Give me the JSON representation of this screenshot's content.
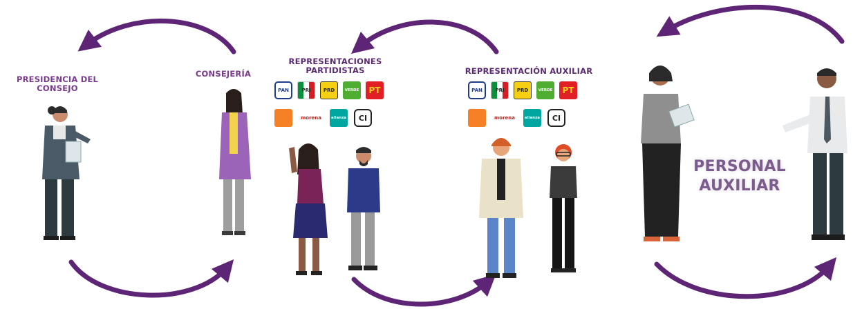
{
  "colors": {
    "arrow": "#5e2476",
    "label_primary": "#7b3a8f",
    "label_secondary": "#5b2a72",
    "personal_auxiliar": "#7b5c8c"
  },
  "labels": {
    "presidencia": [
      "PRESIDENCIA DEL",
      "CONSEJO"
    ],
    "consejeria": "CONSEJERÍA",
    "representaciones_partidistas": [
      "REPRESENTACIONES",
      "PARTIDISTAS"
    ],
    "representacion_auxiliar": "REPRESENTACIÓN AUXILIAR",
    "personal_auxiliar": [
      "PERSONAL",
      "AUXILIAR"
    ]
  },
  "party_logos": {
    "row1": [
      {
        "text": "PAN",
        "icon": "pan-logo-icon"
      },
      {
        "text": "PRI",
        "icon": "pri-logo-icon"
      },
      {
        "text": "PRD",
        "icon": "prd-logo-icon"
      },
      {
        "text": "VERDE",
        "icon": "verde-logo-icon"
      },
      {
        "text": "PT",
        "icon": "pt-logo-icon"
      }
    ],
    "row2": [
      {
        "text": "",
        "icon": "movimiento-ciudadano-logo-icon"
      },
      {
        "text": "morena",
        "icon": "morena-logo-icon"
      },
      {
        "text": "alianza",
        "icon": "nueva-alianza-logo-icon"
      },
      {
        "text": "CI",
        "icon": "candidatura-independiente-logo-icon"
      }
    ]
  }
}
